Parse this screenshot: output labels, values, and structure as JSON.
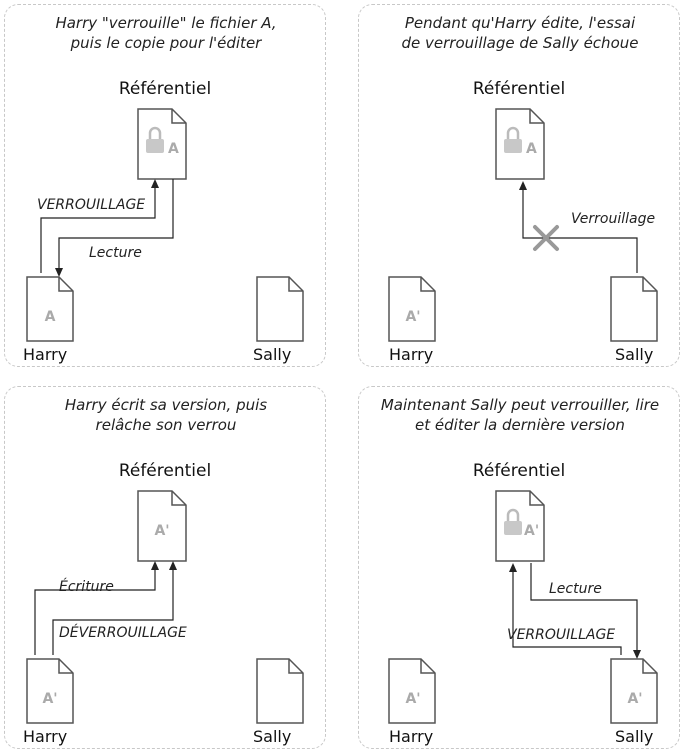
{
  "panels": [
    {
      "caption": [
        "Harry \"verrouille\" le fichier A,",
        "puis le copie pour l'éditer"
      ],
      "repository_label": "Référentiel",
      "repository_file": "A",
      "repository_locked": true,
      "harry_label": "Harry",
      "sally_label": "Sally",
      "harry_file": "A",
      "sally_file": "",
      "labels": [
        "VERROUILLAGE",
        "Lecture"
      ]
    },
    {
      "caption": [
        "Pendant qu'Harry édite, l'essai",
        "de verrouillage de Sally échoue"
      ],
      "repository_label": "Référentiel",
      "repository_file": "A",
      "repository_locked": true,
      "harry_label": "Harry",
      "sally_label": "Sally",
      "harry_file": "A'",
      "sally_file": "",
      "labels": [
        "Verrouillage"
      ]
    },
    {
      "caption": [
        "Harry écrit sa version, puis",
        "relâche son verrou"
      ],
      "repository_label": "Référentiel",
      "repository_file": "A'",
      "repository_locked": false,
      "harry_label": "Harry",
      "sally_label": "Sally",
      "harry_file": "A'",
      "sally_file": "",
      "labels": [
        "Écriture",
        "DÉVERROUILLAGE"
      ]
    },
    {
      "caption": [
        "Maintenant Sally peut verrouiller, lire",
        "et éditer la dernière version"
      ],
      "repository_label": "Référentiel",
      "repository_file": "A'",
      "repository_locked": true,
      "harry_label": "Harry",
      "sally_label": "Sally",
      "harry_file": "A'",
      "sally_file": "A'",
      "labels": [
        "Lecture",
        "VERROUILLAGE"
      ]
    }
  ],
  "colors": {
    "border": "#c8c8c8",
    "file_outline": "#555555",
    "file_text": "#aaaaaa",
    "arrow": "#222222",
    "failed_mark": "#999999"
  }
}
